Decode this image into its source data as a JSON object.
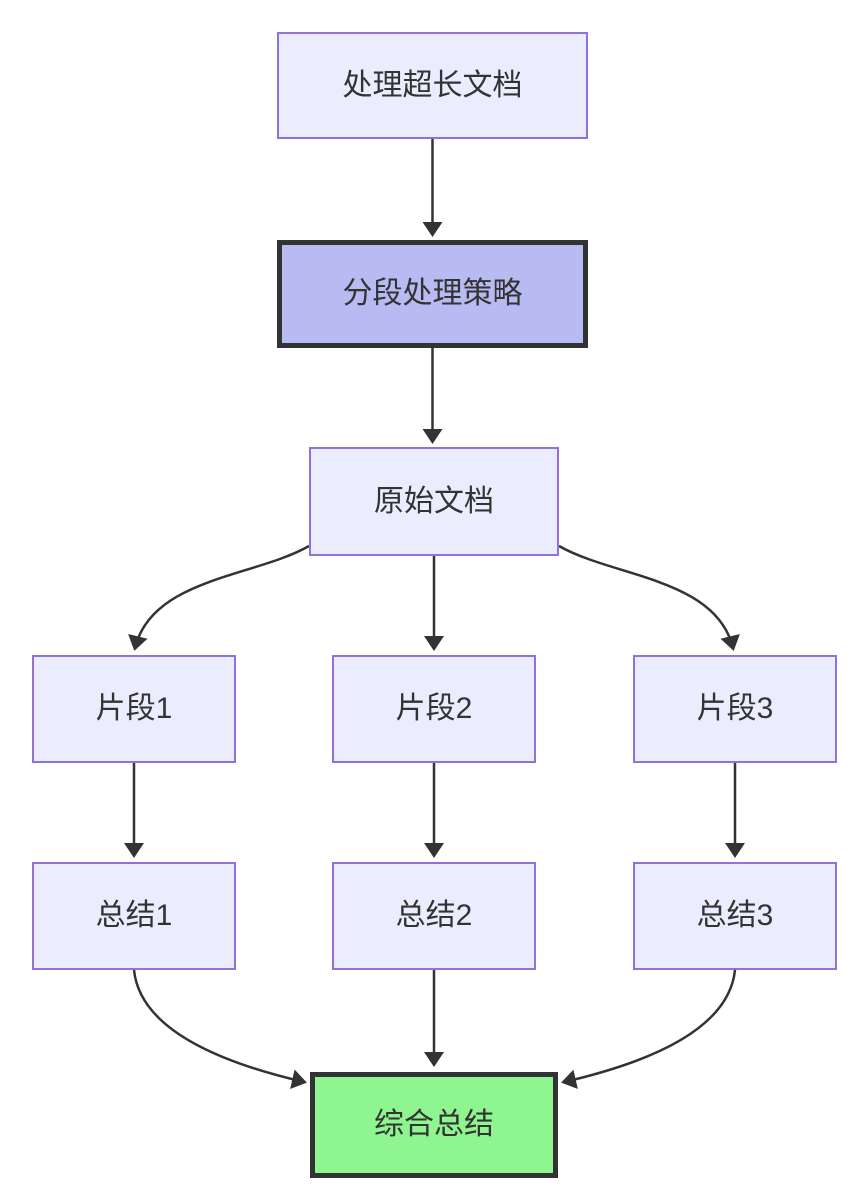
{
  "diagram": {
    "type": "flowchart",
    "direction": "top-down",
    "nodes": [
      {
        "id": "A",
        "label": "处理超长文档",
        "style": "default"
      },
      {
        "id": "B",
        "label": "分段处理策略",
        "style": "highlight"
      },
      {
        "id": "C",
        "label": "原始文档",
        "style": "default"
      },
      {
        "id": "D",
        "label": "片段1",
        "style": "default"
      },
      {
        "id": "E",
        "label": "片段2",
        "style": "default"
      },
      {
        "id": "F",
        "label": "片段3",
        "style": "default"
      },
      {
        "id": "G",
        "label": "总结1",
        "style": "default"
      },
      {
        "id": "H",
        "label": "总结2",
        "style": "default"
      },
      {
        "id": "I",
        "label": "总结3",
        "style": "default"
      },
      {
        "id": "J",
        "label": "综合总结",
        "style": "final"
      }
    ],
    "edges": [
      {
        "from": "A",
        "to": "B"
      },
      {
        "from": "B",
        "to": "C"
      },
      {
        "from": "C",
        "to": "D"
      },
      {
        "from": "C",
        "to": "E"
      },
      {
        "from": "C",
        "to": "F"
      },
      {
        "from": "D",
        "to": "G"
      },
      {
        "from": "E",
        "to": "H"
      },
      {
        "from": "F",
        "to": "I"
      },
      {
        "from": "G",
        "to": "J"
      },
      {
        "from": "H",
        "to": "J"
      },
      {
        "from": "I",
        "to": "J"
      }
    ],
    "colors": {
      "node_fill": "#ECECFF",
      "node_border": "#9370DB",
      "highlight_fill": "#b7bbf2",
      "final_fill": "#8ef591",
      "dark_border": "#333333",
      "edge_color": "#333333",
      "text_color": "#333333"
    }
  }
}
